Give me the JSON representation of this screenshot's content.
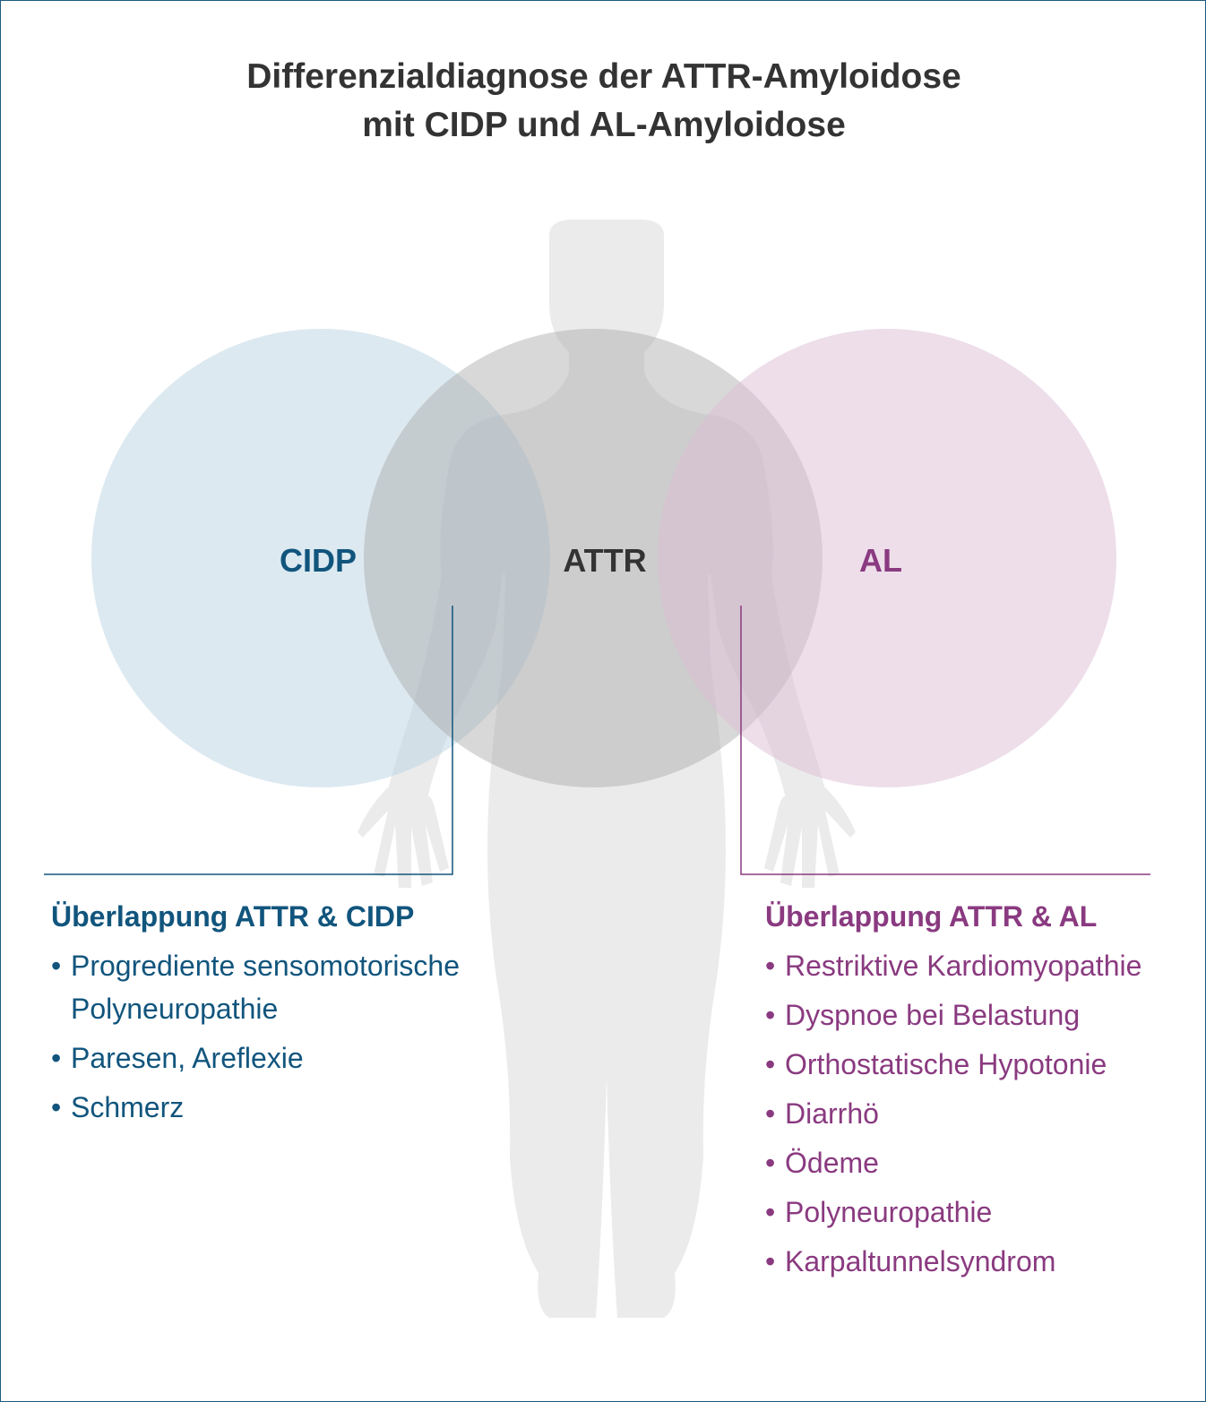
{
  "title": {
    "line1": "Differenzialdiagnose der ATTR-Amyloidose",
    "line2": "mit CIDP und AL-Amyloidose"
  },
  "circles": {
    "cidp": "CIDP",
    "attr": "ATTR",
    "al": "AL"
  },
  "colors": {
    "cidp": "#11557d",
    "attr": "#333333",
    "al": "#8a3a80",
    "cidp_fill": "#b9d3e3",
    "attr_fill": "#a8a8a8",
    "al_fill": "#dcbdd6",
    "body_fill": "#ebebeb"
  },
  "left": {
    "heading": "Überlappung ATTR & CIDP",
    "items": [
      "Progrediente sensomotorische Polyneuropathie",
      "Paresen, Areflexie",
      "Schmerz"
    ]
  },
  "right": {
    "heading": "Überlappung ATTR & AL",
    "items": [
      "Restriktive Kardiomyopathie",
      "Dyspnoe bei Belastung",
      "Orthostatische Hypotonie",
      "Diarrhö",
      "Ödeme",
      "Polyneuropathie",
      "Karpaltunnelsyndrom"
    ]
  },
  "bullet": "•"
}
